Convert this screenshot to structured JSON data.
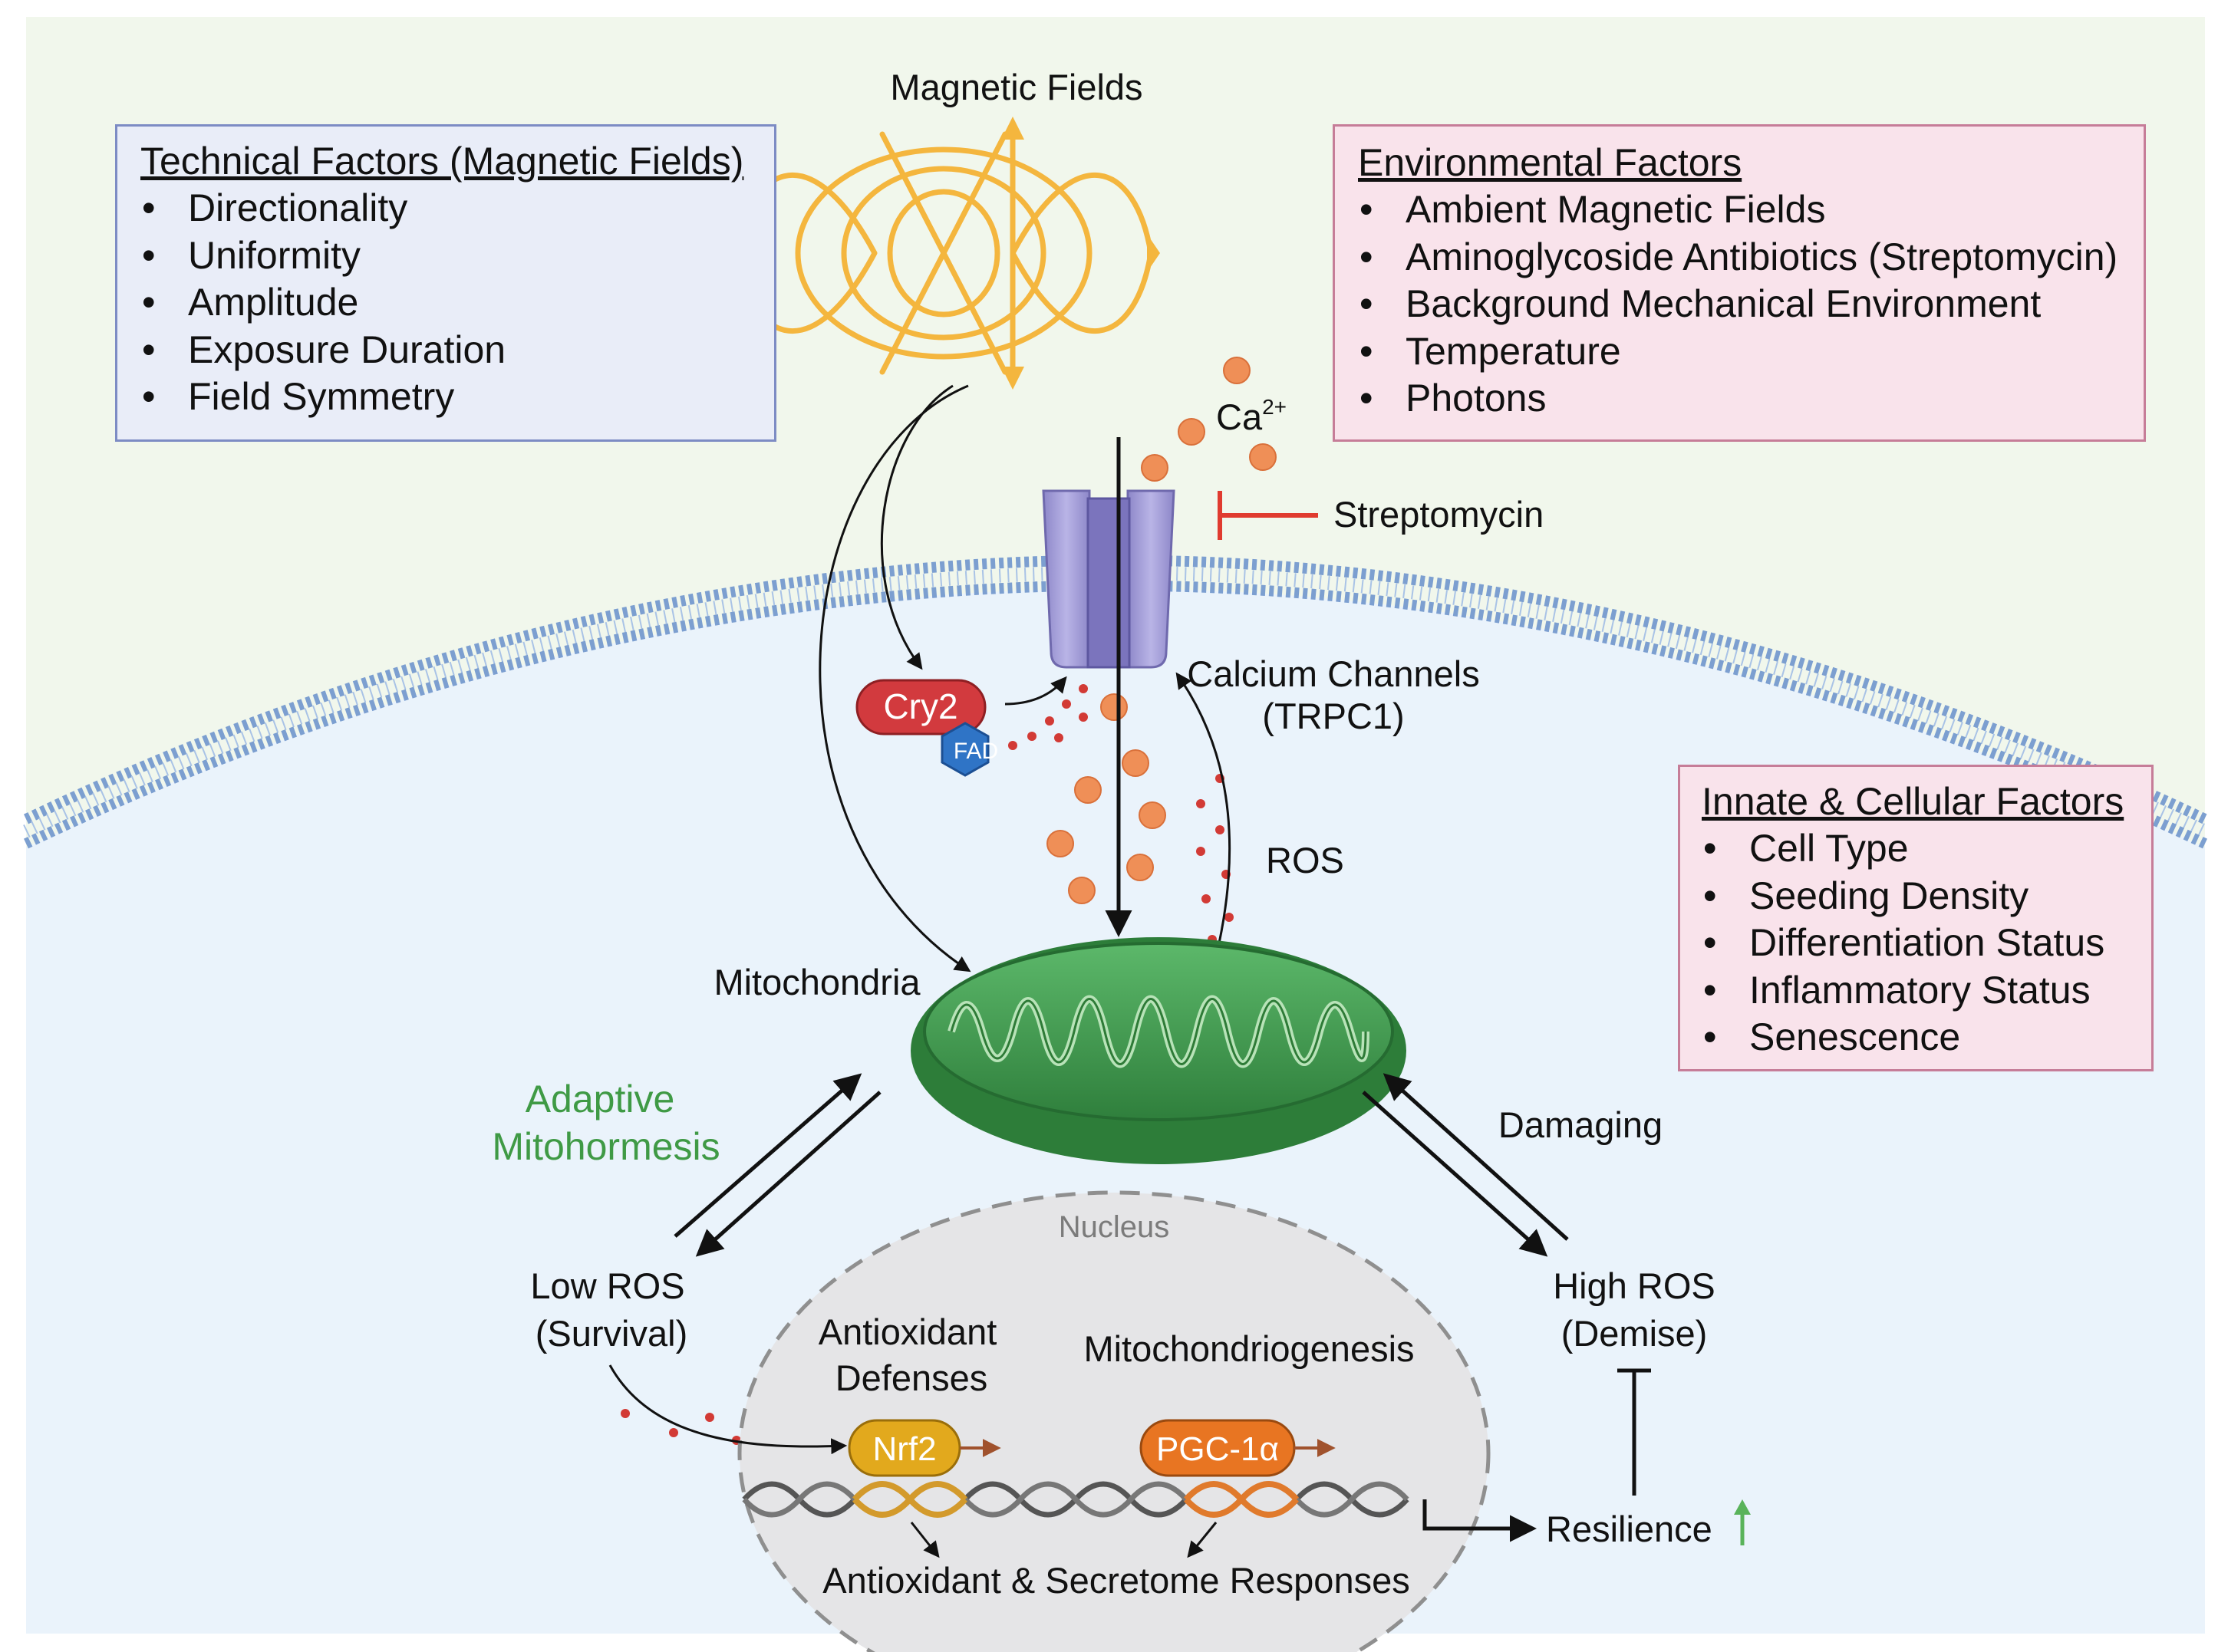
{
  "colors": {
    "outside": "#f1f7ec",
    "cytoplasm": "#eaf3fb",
    "membrane": "#7c9fd0",
    "mitochondria": "#3f9d4e",
    "nucleus": "#e5e5e7",
    "field_lines": "#f4b63e",
    "calcium": "#ef8f57",
    "ros_dots": "#d23a35",
    "channel": "#9c96d4",
    "cry2": "#d23a3e",
    "fad": "#2f74c6",
    "nrf2": "#e2a91d",
    "pgc1a": "#e87522",
    "inhibit": "#e03b2f",
    "adaptive_text": "#3f9a45",
    "resilience_arrow": "#59b35a"
  },
  "technical_box": {
    "title": "Technical Factors (Magnetic Fields)",
    "items": [
      "Directionality",
      "Uniformity",
      "Amplitude",
      "Exposure Duration",
      "Field Symmetry"
    ]
  },
  "environmental_box": {
    "title": "Environmental Factors",
    "items": [
      "Ambient Magnetic Fields",
      "Aminoglycoside Antibiotics (Streptomycin)",
      "Background Mechanical Environment",
      "Temperature",
      "Photons"
    ]
  },
  "innate_box": {
    "title": "Innate & Cellular Factors",
    "items": [
      "Cell Type",
      "Seeding Density",
      "Differentiation Status",
      "Inflammatory Status",
      "Senescence"
    ]
  },
  "labels": {
    "magnetic_fields": "Magnetic Fields",
    "ca_base": "Ca",
    "ca_charge": "2+",
    "streptomycin": "Streptomycin",
    "calcium_channels": "Calcium Channels",
    "trpc1": "(TRPC1)",
    "cry2": "Cry2",
    "fad": "FAD",
    "ros": "ROS",
    "mitochondria": "Mitochondria",
    "adaptive_line1": "Adaptive",
    "adaptive_line2": "Mitohormesis",
    "damaging": "Damaging",
    "nucleus": "Nucleus",
    "low_ros_line1": "Low ROS",
    "low_ros_line2": "(Survival)",
    "high_ros_line1": "High ROS",
    "high_ros_line2": "(Demise)",
    "antioxidant_line1": "Antioxidant",
    "antioxidant_line2": "Defenses",
    "mitochondriogenesis": "Mitochondriogenesis",
    "nrf2": "Nrf2",
    "pgc1a": "PGC-1α",
    "resilience": "Resilience",
    "responses": "Antioxidant & Secretome Responses"
  }
}
